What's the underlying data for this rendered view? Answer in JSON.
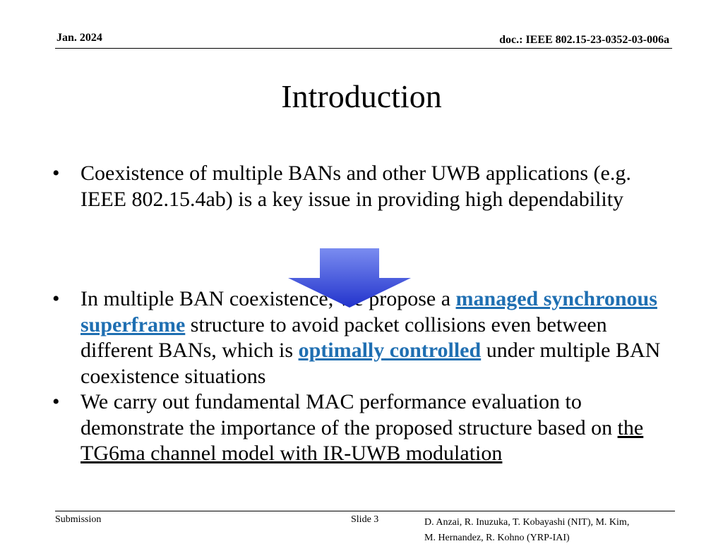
{
  "header": {
    "date": "Jan. 2024",
    "doc": "doc.: IEEE 802.15-23-0352-03-006a"
  },
  "title": "Introduction",
  "bullets": {
    "b1": "Coexistence of multiple BANs and other UWB applications (e.g. IEEE 802.15.4ab) is a key issue in providing high dependability",
    "b2_a": "In multiple BAN coexistence, we propose a ",
    "b2_link1": "managed synchronous superframe",
    "b2_b": " structure to avoid packet collisions even between different BANs, which is ",
    "b2_link2": "optimally controlled",
    "b2_c": " under multiple BAN coexistence situations",
    "b3_a": "We carry out fundamental MAC performance evaluation to demonstrate the importance of the proposed structure based on ",
    "b3_ul": "the TG6ma channel model with IR-UWB modulation"
  },
  "arrow_icon": "down-arrow-icon",
  "colors": {
    "link": "#1f6fb2",
    "arrow_dark": "#2233cc",
    "arrow_light": "#7a8cf0"
  },
  "footer": {
    "left": "Submission",
    "slide": "Slide 3",
    "authors_line1": "D. Anzai, R. Inuzuka, T. Kobayashi (NIT), M. Kim,",
    "authors_line2": "M. Hernandez, R. Kohno (YRP-IAI)"
  }
}
